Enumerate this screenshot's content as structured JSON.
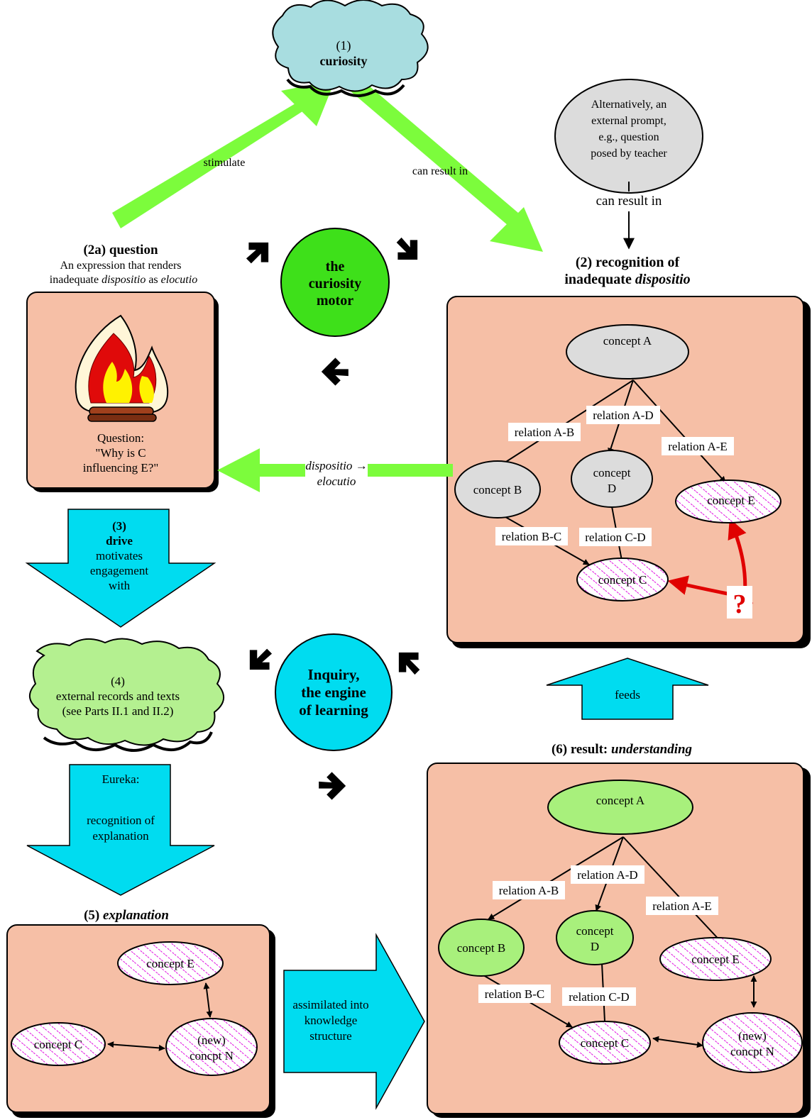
{
  "curiosity": {
    "num": "(1)",
    "label": "curiosity"
  },
  "arrows": {
    "stimulate": "stimulate",
    "can_result_in_1": "can result in",
    "can_result_in_2": "can result in"
  },
  "external_prompt": [
    "Alternatively, an",
    "external prompt,",
    "e.g., question",
    "posed by teacher"
  ],
  "question": {
    "title": "(2a) question",
    "desc_1": "An expression that renders",
    "desc_2a": "inadequate ",
    "desc_2b": "dispositio",
    "desc_2c": " as ",
    "desc_2d": "elocutio",
    "q_1": "Question:",
    "q_2": "\"Why is C",
    "q_3": "influencing E?\""
  },
  "motor": [
    "the",
    "curiosity",
    "motor"
  ],
  "recognition": {
    "line_1": "(2) recognition of",
    "line_2a": "inadequate ",
    "line_2b": "dispositio"
  },
  "disp_arrow": {
    "line_1": "dispositio",
    "arrow": "→",
    "line_2": "elocutio"
  },
  "graph1": {
    "concept_a": "concept A",
    "concept_b": "concept B",
    "concept_d_1": "concept",
    "concept_d_2": "D",
    "concept_e": "concept E",
    "concept_c": "concept C",
    "rel_ab": "relation A-B",
    "rel_ad": "relation A-D",
    "rel_ae": "relation A-E",
    "rel_bc": "relation B-C",
    "rel_cd": "relation C-D",
    "question_mark": "?"
  },
  "drive": {
    "num": "(3)",
    "title": "drive",
    "l1": "motivates",
    "l2": "engagement",
    "l3": "with"
  },
  "records": {
    "num": "(4)",
    "l1": "external records and texts",
    "l2": "(see Parts II.1 and II.2)"
  },
  "inquiry": [
    "Inquiry,",
    "the engine",
    "of learning"
  ],
  "feeds": "feeds",
  "eureka": {
    "l1": "Eureka:",
    "l2": "recognition of",
    "l3": "explanation"
  },
  "result": {
    "label": "(6) result: ",
    "word": "understanding"
  },
  "explanation": {
    "num": "(5) ",
    "word": "explanation"
  },
  "graph2": {
    "concept_e": "concept E",
    "concept_c": "concept C",
    "new_1": "(new)",
    "new_2": "concpt N"
  },
  "assimilated": [
    "assimilated into",
    "knowledge",
    "structure"
  ],
  "graph3": {
    "concept_a": "concept A",
    "concept_b": "concept B",
    "concept_d_1": "concept",
    "concept_d_2": "D",
    "concept_e": "concept E",
    "concept_c": "concept C",
    "new_1": "(new)",
    "new_2": "concpt N",
    "rel_ab": "relation A-B",
    "rel_ad": "relation A-D",
    "rel_ae": "relation A-E",
    "rel_bc": "relation B-C",
    "rel_cd": "relation C-D"
  },
  "colors": {
    "panel": "#f6bfa6",
    "green_arrow": "#7cfc3c",
    "motor": "#3ee01a",
    "cyan": "#00dcf0",
    "cloud_blue": "#a8dde0",
    "cloud_green": "#b4f090",
    "concept_grey": "#dcdcdc",
    "concept_green": "#a8f07c",
    "hatch": "#e010e0",
    "red": "#e00000"
  }
}
